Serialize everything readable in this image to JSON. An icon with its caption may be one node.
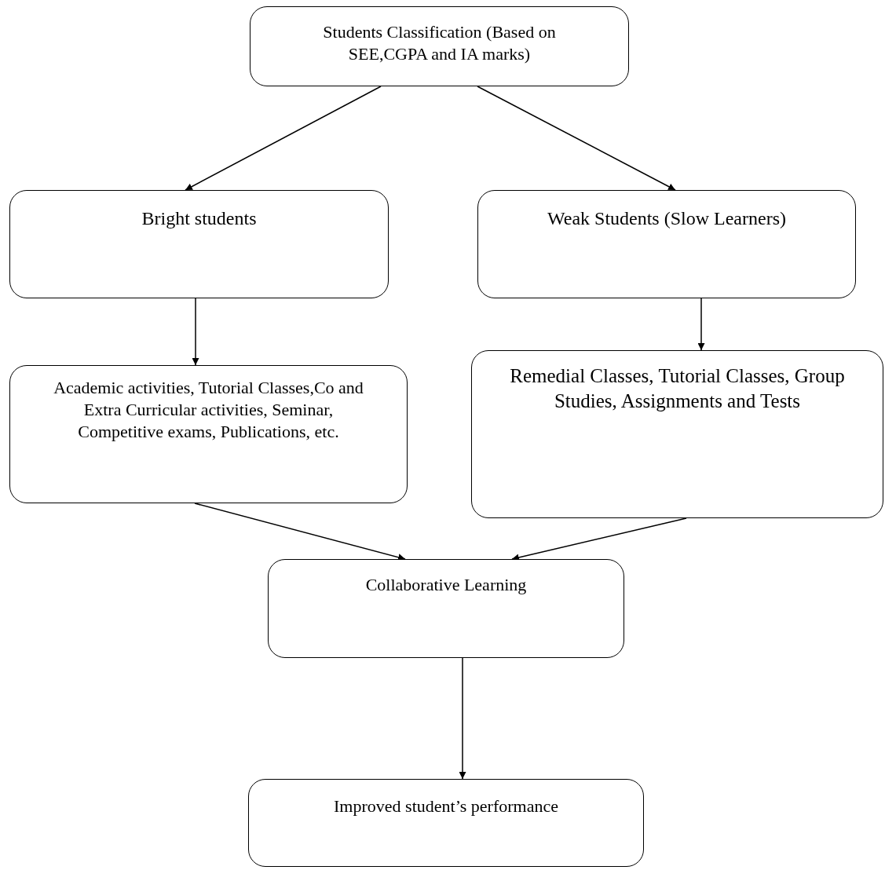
{
  "diagram": {
    "nodes": [
      {
        "text": [
          "Students Classification (Based on SEE,CGPA and IA marks)"
        ]
      },
      {
        "text": [
          "Bright students"
        ]
      },
      {
        "text": [
          "Weak Students (Slow Learners)"
        ]
      },
      {
        "text": [
          "Academic activities, Tutorial Classes,Co and Extra Curricular activities, Seminar, Competitive exams, Publications, etc."
        ]
      },
      {
        "text": [
          "Remedial Classes, Tutorial Classes, Group Studies, Assignments and Tests"
        ]
      },
      {
        "text": [
          "Collaborative Learning"
        ]
      },
      {
        "text": [
          "Improved student’s performance"
        ]
      }
    ],
    "edges": [
      {
        "from": 0,
        "to": 1,
        "arrow": "to"
      },
      {
        "from": 0,
        "to": 2,
        "arrow": "to"
      },
      {
        "from": 1,
        "to": 3,
        "arrow": "to"
      },
      {
        "from": 2,
        "to": 4,
        "arrow": "to"
      },
      {
        "from": 3,
        "to": 5,
        "arrow": "to"
      },
      {
        "from": 4,
        "to": 5,
        "arrow": "to"
      },
      {
        "from": 5,
        "to": 6,
        "arrow": "to"
      }
    ]
  }
}
